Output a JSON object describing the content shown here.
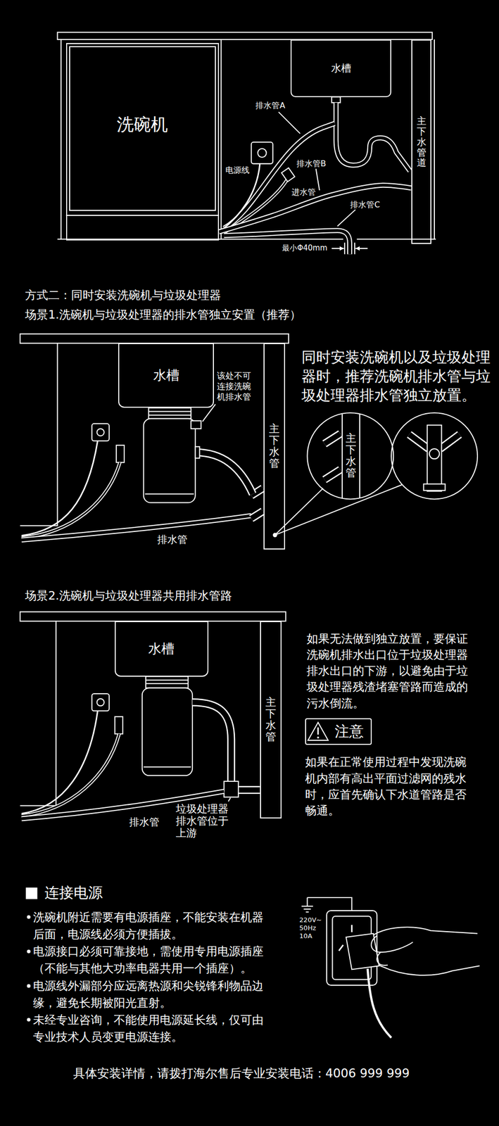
{
  "diagram": {
    "nodes": [
      {
        "text": [
          "洗碗机"
        ]
      },
      {
        "text": [
          "水槽"
        ]
      },
      {
        "text": [
          "主下水管道"
        ]
      },
      {
        "text": [
          "水槽"
        ]
      },
      {
        "text": [
          "主下水管"
        ]
      },
      {
        "text": [
          "主下水管"
        ]
      },
      {
        "text": [
          "水槽"
        ]
      },
      {
        "text": [
          "主下水管"
        ]
      },
      {
        "text": [
          "注意"
        ]
      }
    ],
    "edges": [
      {
        "from": 0,
        "to": 2,
        "arrow": "none",
        "label": "排水管B"
      }
    ],
    "labels": [
      "排水管A",
      "电源线",
      "进水管",
      "排水管C",
      "最小Φ40mm",
      "方式二：同时安装洗碗机与垃圾处理器",
      "场景1.洗碗机与垃圾处理器的排水管独立安置（推荐）",
      "该处不可连接洗碗机排水管",
      "排水管",
      "同时安装洗碗机以及垃圾处理器时，推荐洗碗机排水管与垃圾处理器排水管独立放置。",
      "场景2.洗碗机与垃圾处理器共用排水管路",
      "排水管",
      "垃圾处理器排水管位于上游",
      "如果无法做到独立放置，要保证洗碗机排水出口位于垃圾处理器排水出口的下游，以避免由于垃圾处理器残渣堵塞管路而造成的污水倒流。",
      "如果在正常使用过程中发现洗碗机内部有高出平面过滤网的残水时，应首先确认下水道管路是否畅通。",
      "连接电源",
      "洗碗机附近需要有电源插座，不能安装在机器后面，电源线必须方便插拔。",
      "电源接口必须可靠接地，需使用专用电源插座（不能与其他大功率电器共用一个插座）。",
      "电源线外漏部分应远离热源和尖锐锋利物品边缘，避免长期被阳光直射。",
      "未经专业咨询，不能使用电源延长线，仅可由专业技术人员变更电源连接。",
      "220V~ 50Hz 10A",
      "具体安装详情，请拨打海尔售后专业安装电话：4006 999 999"
    ]
  }
}
